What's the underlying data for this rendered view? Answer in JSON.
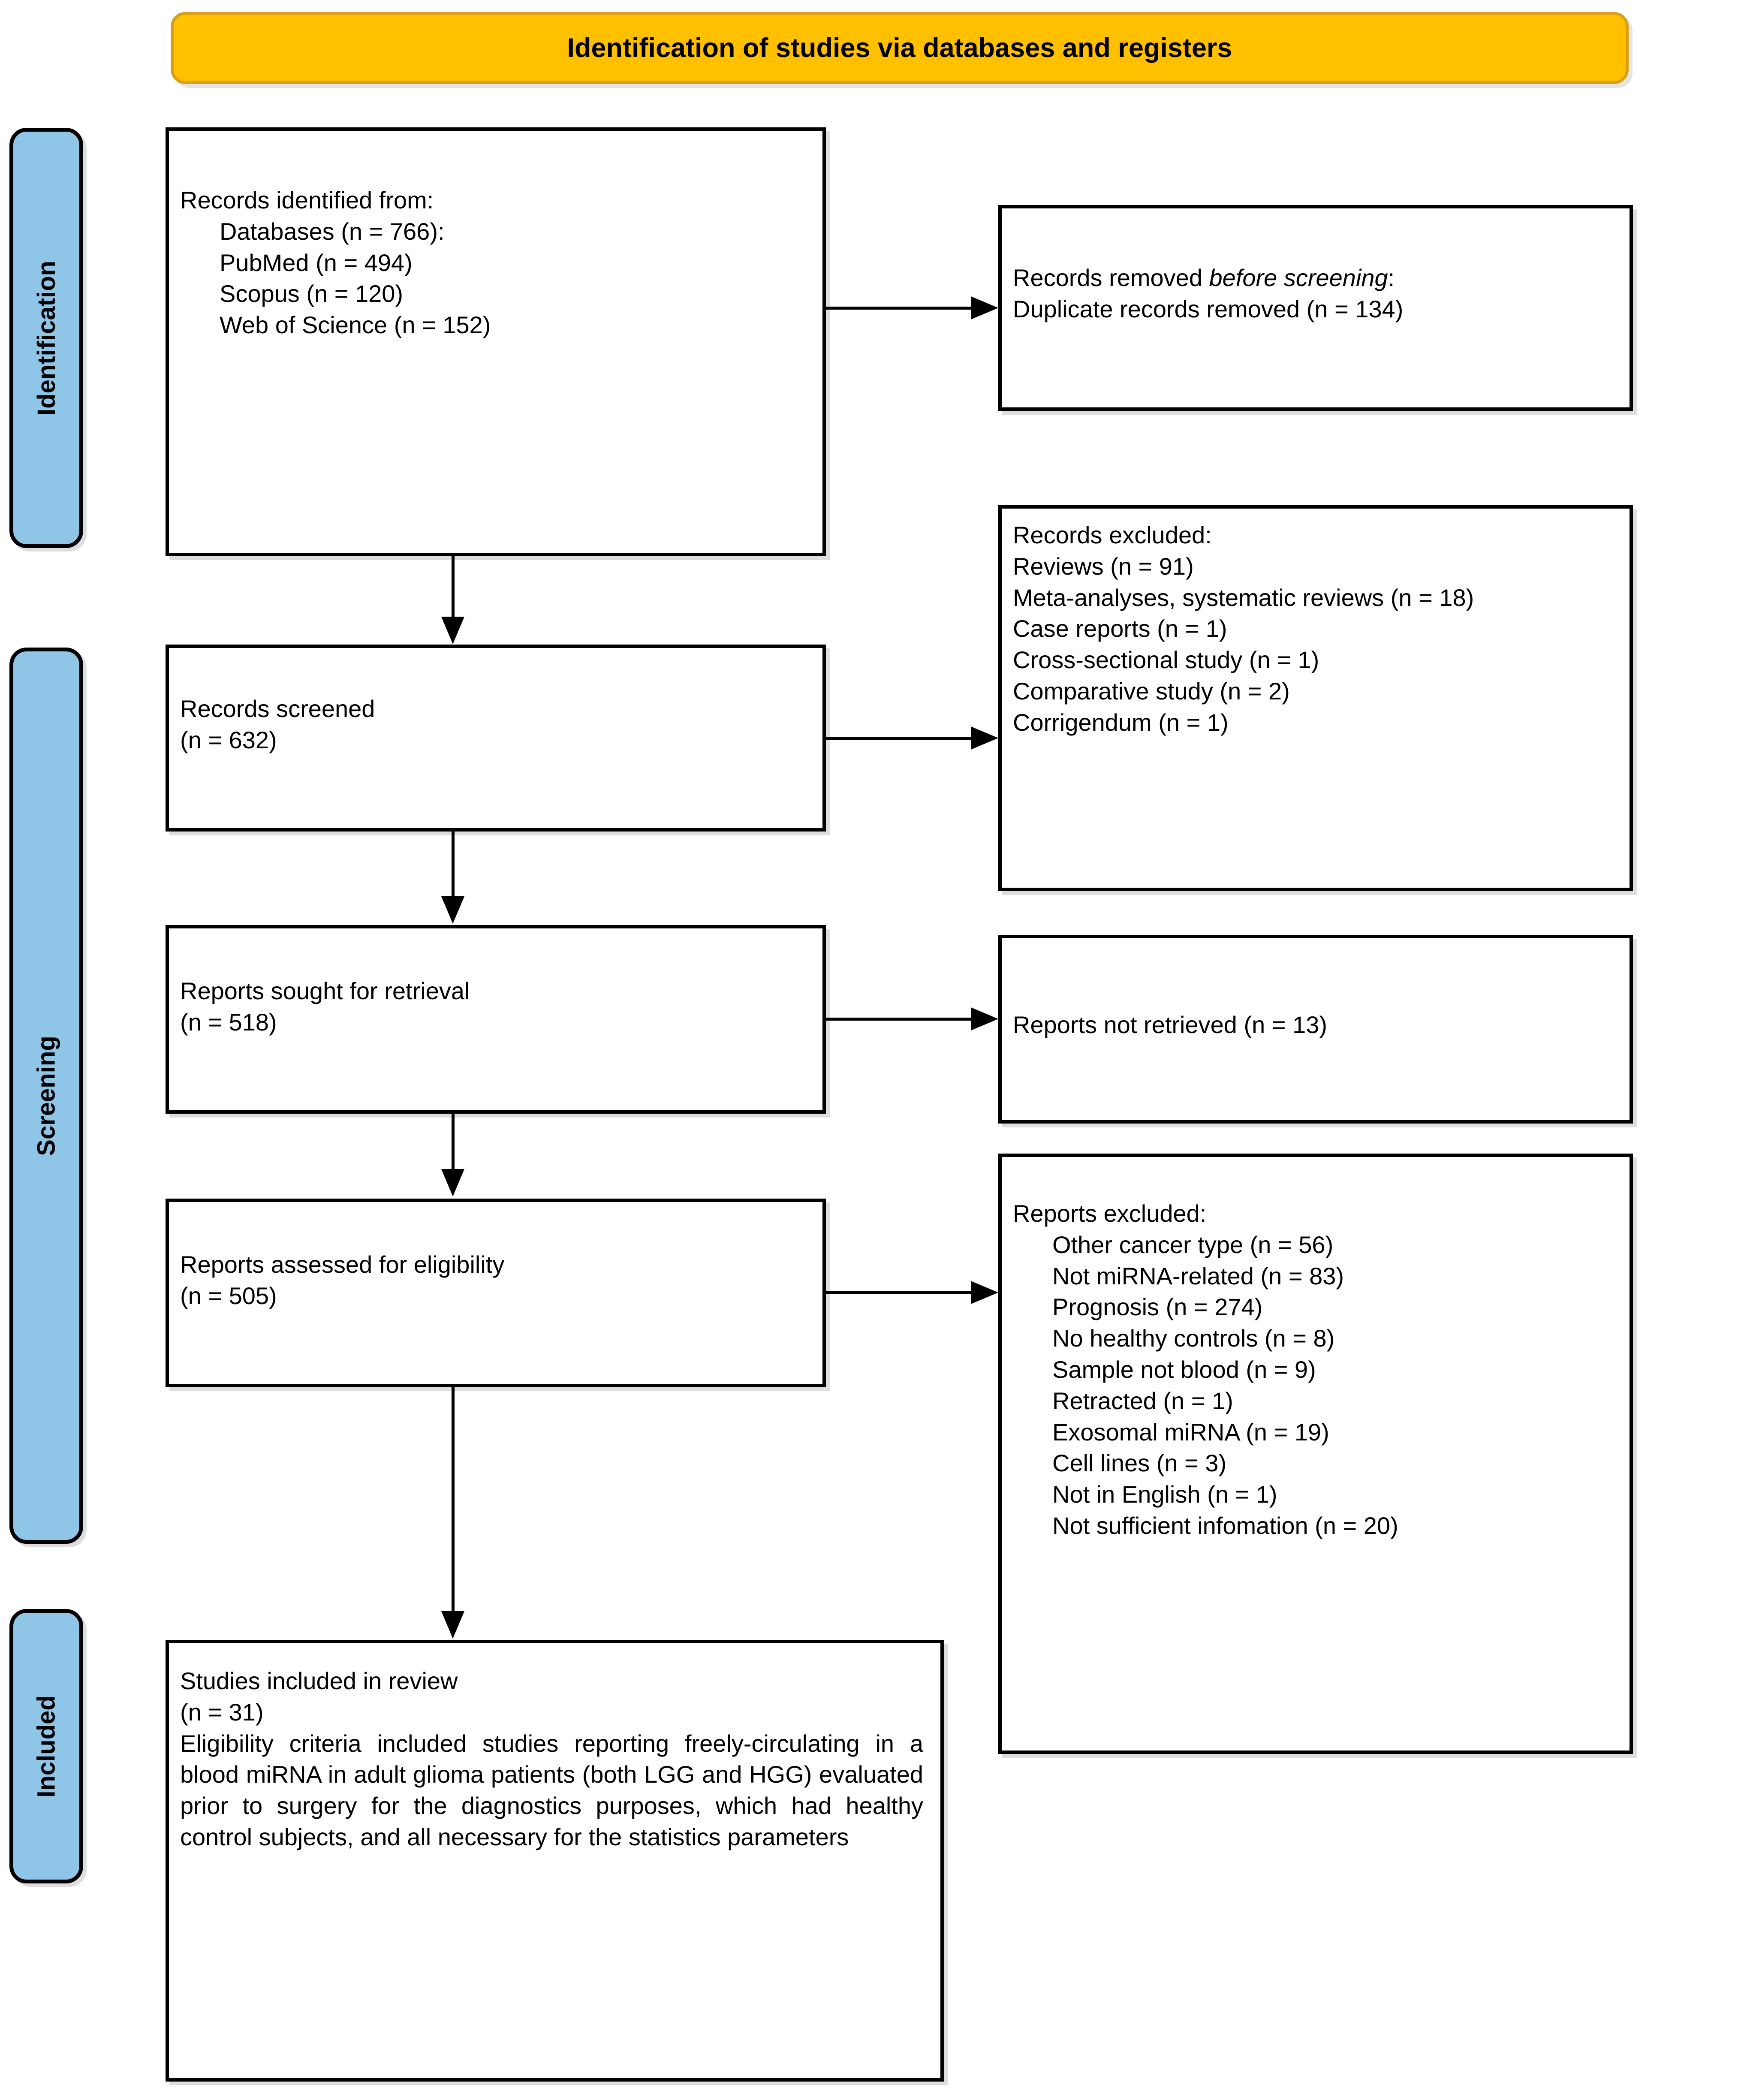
{
  "banner": {
    "title": "Identification of studies via databases and registers"
  },
  "stages": [
    {
      "id": "identification",
      "label": "Identification"
    },
    {
      "id": "screening",
      "label": "Screening"
    },
    {
      "id": "included",
      "label": "Included"
    }
  ],
  "colors": {
    "banner_fill": "#FFC000",
    "banner_border": "#D9A017",
    "stage_fill": "#8FC5E7",
    "box_border": "#000000",
    "box_fill": "#FFFFFF",
    "text": "#000000"
  },
  "boxes": {
    "identified": {
      "heading": "Records identified from:",
      "items": [
        "Databases (n = 766):",
        "PubMed (n = 494)",
        "Scopus (n = 120)",
        "Web of Science (n = 152)"
      ]
    },
    "removed": {
      "heading_prefix": "Records removed ",
      "heading_italic": "before screening",
      "heading_suffix": ":",
      "line2": "Duplicate records removed (n = 134)"
    },
    "screened": {
      "line1": "Records screened",
      "line2": "(n = 632)"
    },
    "records_excluded": {
      "heading": "Records excluded:",
      "items": [
        "Reviews (n = 91)",
        "Meta-analyses, systematic reviews (n = 18)",
        "Case reports (n = 1)",
        "Cross-sectional study (n = 1)",
        "Comparative study (n = 2)",
        "Corrigendum (n = 1)"
      ]
    },
    "sought": {
      "line1": "Reports sought for retrieval",
      "line2": "(n = 518)"
    },
    "not_retrieved": {
      "line1": "Reports not retrieved (n = 13)"
    },
    "assessed": {
      "line1": "Reports assessed for eligibility",
      "line2": "(n = 505)"
    },
    "reports_excluded": {
      "heading": "Reports excluded:",
      "items": [
        "Other cancer type (n = 56)",
        "Not miRNA-related (n = 83)",
        "Prognosis (n = 274)",
        "No healthy controls (n = 8)",
        "Sample not blood (n = 9)",
        "Retracted (n = 1)",
        "Exosomal miRNA (n = 19)",
        "Cell lines (n = 3)",
        "Not in English (n = 1)",
        "Not sufficient infomation (n = 20)"
      ]
    },
    "included": {
      "line1": "Studies included in review",
      "line2": "(n = 31)",
      "paragraph": "Eligibility criteria included studies reporting freely-circulating in a blood miRNA in adult glioma patients (both LGG and HGG) evaluated prior to surgery for the diagnostics purposes, which had healthy control subjects, and all necessary for the statistics parameters"
    }
  },
  "connectors": [
    {
      "name": "identified-to-removed",
      "type": "arrow-right"
    },
    {
      "name": "identified-to-screened",
      "type": "arrow-down"
    },
    {
      "name": "screened-to-records-excluded",
      "type": "arrow-right"
    },
    {
      "name": "screened-to-sought",
      "type": "arrow-down"
    },
    {
      "name": "sought-to-not-retrieved",
      "type": "arrow-right"
    },
    {
      "name": "sought-to-assessed",
      "type": "arrow-down"
    },
    {
      "name": "assessed-to-reports-excluded",
      "type": "arrow-right"
    },
    {
      "name": "assessed-to-included",
      "type": "arrow-down"
    }
  ]
}
